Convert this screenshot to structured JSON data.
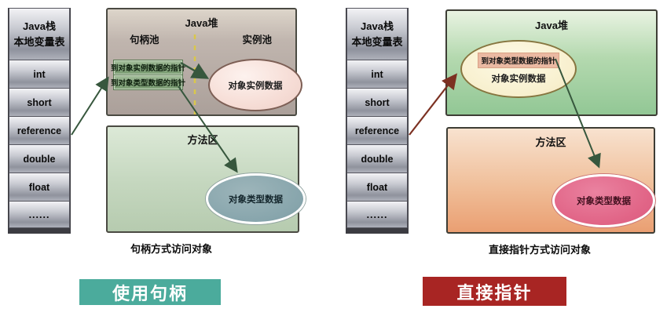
{
  "left": {
    "stack": {
      "title_line1": "Java栈",
      "title_line2": "本地变量表",
      "cells": [
        "int",
        "short",
        "reference",
        "double",
        "float",
        "......"
      ]
    },
    "heap": {
      "title": "Java堆",
      "handle_pool_label": "句柄池",
      "instance_pool_label": "实例池",
      "handle_rows": [
        "到对象实例数据的指针",
        "到对象类型数据的指针"
      ],
      "instance_ellipse_label": "对象实例数据"
    },
    "method_area": {
      "title": "方法区",
      "ellipse_label": "对象类型数据"
    },
    "caption": "句柄方式访问对象",
    "banner_label": "使用句柄"
  },
  "right": {
    "stack": {
      "title_line1": "Java栈",
      "title_line2": "本地变量表",
      "cells": [
        "int",
        "short",
        "reference",
        "double",
        "float",
        "......"
      ]
    },
    "heap": {
      "title": "Java堆",
      "pointer_box_label": "到对象类型数据的指针",
      "instance_label": "对象实例数据"
    },
    "method_area": {
      "title": "方法区",
      "ellipse_label": "对象类型数据"
    },
    "caption": "直接指针方式访问对象",
    "banner_label": "直接指针"
  },
  "colors": {
    "banner_handle": "#4BAB9C",
    "banner_direct": "#A82523",
    "arrow_left": "#37573D",
    "arrow_right_reference": "#7C3122",
    "heap_divider_dash": "#D9C74B"
  }
}
